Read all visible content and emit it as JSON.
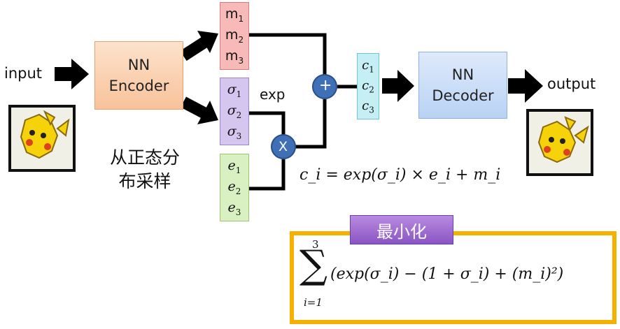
{
  "input_label": "input",
  "output_label": "output",
  "encoder": {
    "line1": "NN",
    "line2": "Encoder"
  },
  "decoder": {
    "line1": "NN",
    "line2": "Decoder"
  },
  "m_vector": [
    "m",
    "m",
    "m"
  ],
  "sigma_vector": [
    "σ",
    "σ",
    "σ"
  ],
  "e_vector": [
    "e",
    "e",
    "e"
  ],
  "c_vector": [
    "c",
    "c",
    "c"
  ],
  "subscripts": [
    "1",
    "2",
    "3"
  ],
  "exp_label": "exp",
  "plus_symbol": "+",
  "times_symbol": "X",
  "sampling_note": {
    "line1": "从正态分",
    "line2": "布采样"
  },
  "formula_ci": "c_i = exp(σ_i) × e_i + m_i",
  "minimize_badge": "最小化",
  "loss": {
    "upper_limit": "3",
    "lower_limit": "i=1",
    "expression": "(exp(σ_i) − (1 + σ_i) + (m_i)²)"
  },
  "colors": {
    "encoder": "#f8c29a",
    "decoder": "#b9d2f4",
    "m": "#f8b9b9",
    "sigma": "#d4c6ee",
    "e": "#d8f0c2",
    "c": "#c5eef5",
    "operator": "#3f6fb5",
    "highlight": "#f5b000",
    "badge": "#8a55c4"
  }
}
